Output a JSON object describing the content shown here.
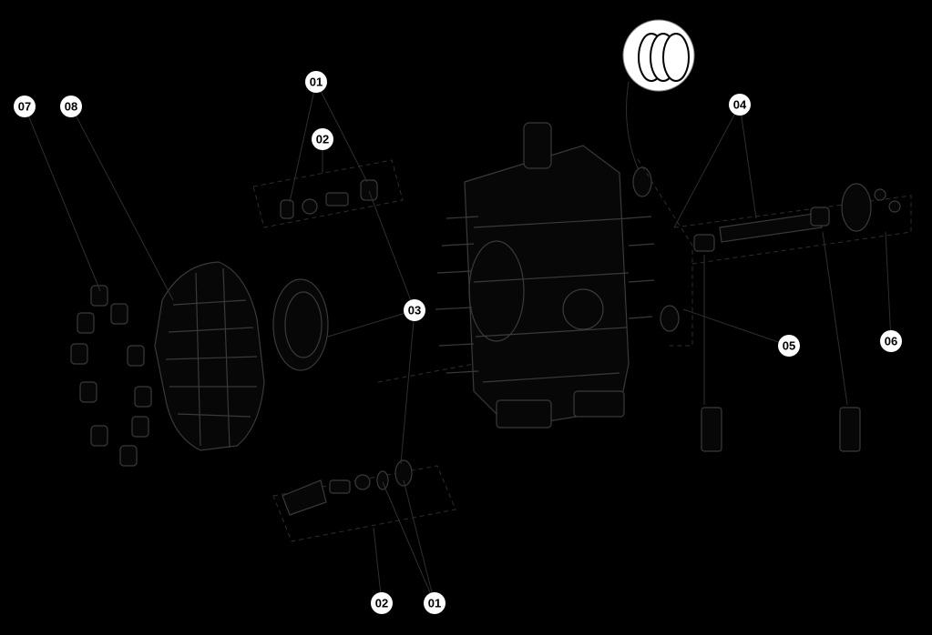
{
  "callouts": [
    {
      "id": "c07",
      "label": "07"
    },
    {
      "id": "c08",
      "label": "08"
    },
    {
      "id": "c01top",
      "label": "01"
    },
    {
      "id": "c02top",
      "label": "02"
    },
    {
      "id": "c03",
      "label": "03"
    },
    {
      "id": "c04",
      "label": "04"
    },
    {
      "id": "c05",
      "label": "05"
    },
    {
      "id": "c06",
      "label": "06"
    },
    {
      "id": "c02bot",
      "label": "02"
    },
    {
      "id": "c01bot",
      "label": "01"
    }
  ]
}
